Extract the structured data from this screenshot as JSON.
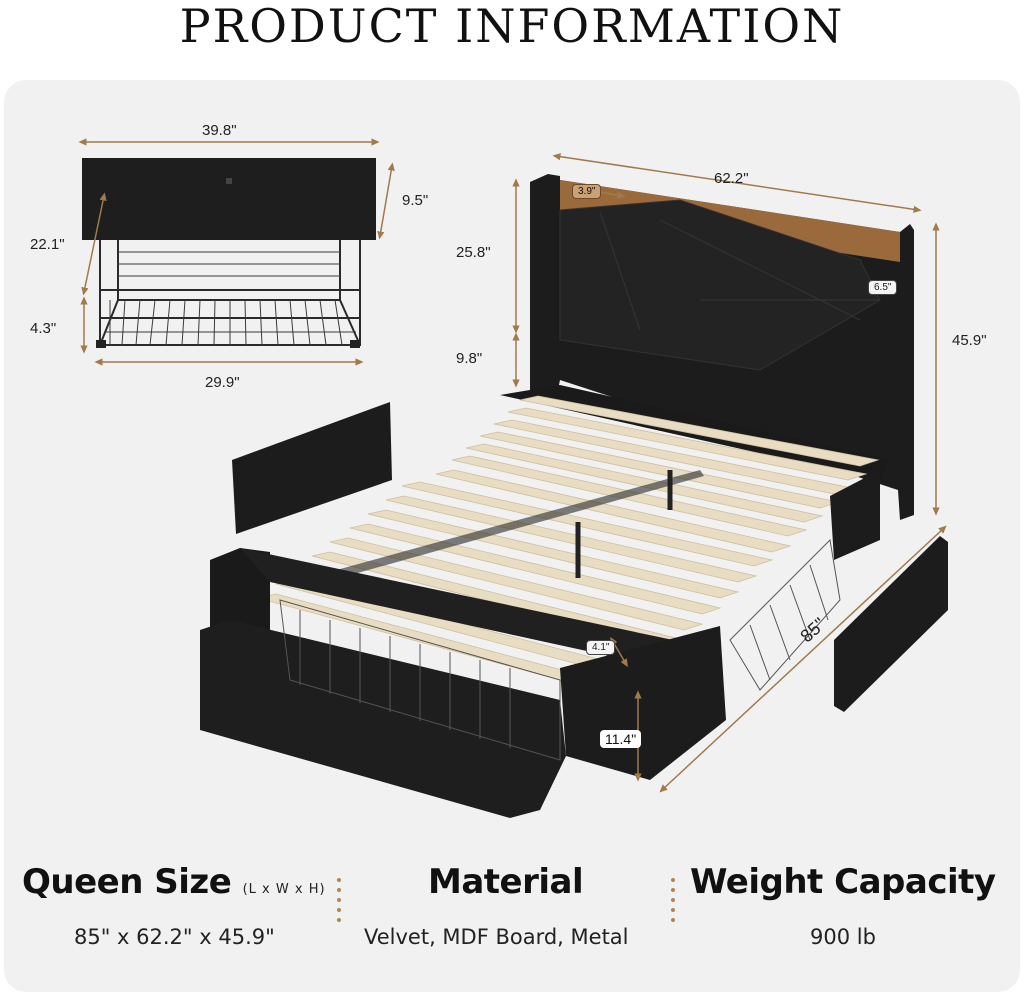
{
  "header": {
    "title": "PRODUCT INFORMATION"
  },
  "drawer_dims": {
    "width": "39.8\"",
    "depth": "9.5\"",
    "length": "22.1\"",
    "height": "4.3\"",
    "bottom": "29.9\""
  },
  "bed_dims": {
    "width": "62.2\"",
    "shelf_depth": "3.9\"",
    "headboard_upper": "25.8\"",
    "headboard_lower": "9.8\"",
    "side_thickness": "6.5\"",
    "total_height": "45.9\"",
    "length": "85\"",
    "slat_gap": "4.1\"",
    "rail_height": "11.4\""
  },
  "specs": {
    "size_title": "Queen Size",
    "size_sub": "(L x W x H)",
    "size_value": "85\" x 62.2\" x 45.9\"",
    "material_title": "Material",
    "material_value": "Velvet, MDF Board, Metal",
    "capacity_title": "Weight Capacity",
    "capacity_value": "900 lb"
  },
  "colors": {
    "upholstery": "#1c1c1c",
    "wood": "#9a6a3c",
    "slat": "#e8dcc2",
    "dimension_line": "#a07a4c",
    "panel": "#f1f1f1"
  }
}
